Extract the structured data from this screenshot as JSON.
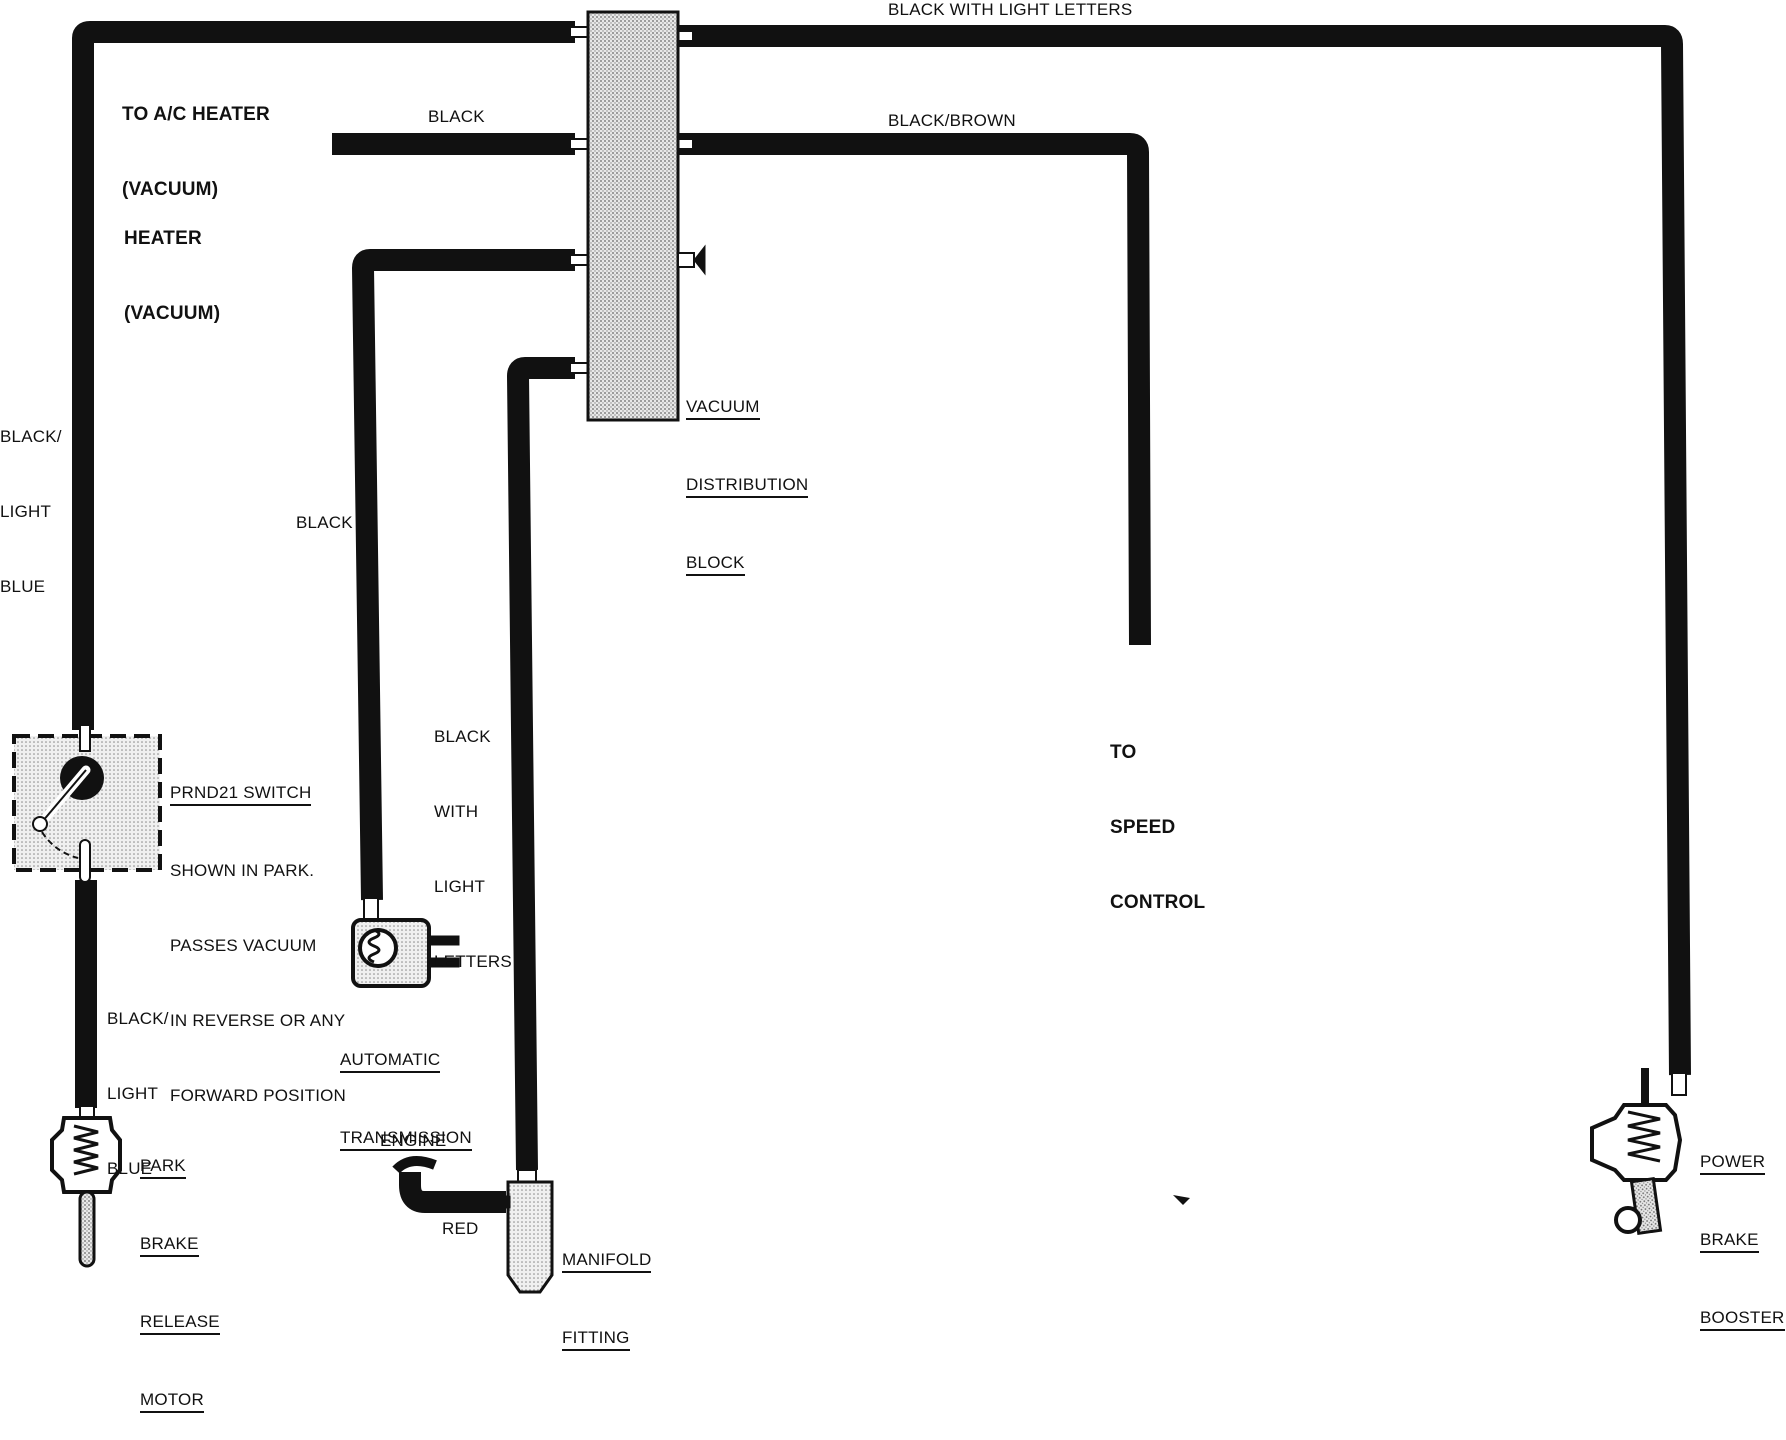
{
  "labels": {
    "top_hose": "BLACK WITH LIGHT LETTERS",
    "ac_heater": [
      "TO A/C HEATER",
      "(VACUUM)"
    ],
    "heater": [
      "HEATER",
      "(VACUUM)"
    ],
    "black_top": "BLACK",
    "black_brown": "BLACK/BROWN",
    "black_light_blue_upper": [
      "BLACK/",
      "LIGHT",
      "BLUE"
    ],
    "black_mid": "BLACK",
    "vacuum_block": [
      "VACUUM",
      "DISTRIBUTION",
      "BLOCK"
    ],
    "black_with_light_letters": [
      "BLACK",
      "WITH",
      "LIGHT",
      "LETTERS"
    ],
    "to_speed_control": [
      "TO",
      "SPEED",
      "CONTROL"
    ],
    "prnd21": [
      "PRND21 SWITCH",
      "SHOWN IN PARK.",
      "PASSES VACUUM",
      "IN REVERSE OR ANY",
      "FORWARD POSITION"
    ],
    "black_light_blue_lower": [
      "BLACK/",
      "LIGHT",
      "BLUE"
    ],
    "automatic_transmission": [
      "AUTOMATIC",
      "TRANSMISSION"
    ],
    "engine": "ENGINE",
    "red": "RED",
    "manifold_fitting": [
      "MANIFOLD",
      "FITTING"
    ],
    "park_brake": [
      "PARK",
      "BRAKE",
      "RELEASE",
      "MOTOR"
    ],
    "power_brake_booster": [
      "POWER",
      "BRAKE",
      "BOOSTER"
    ]
  },
  "colors": {
    "hose": "#111111",
    "block_fill": "#bdbdbd",
    "switch_fill": "#d6d6d6",
    "line": "#111111"
  }
}
